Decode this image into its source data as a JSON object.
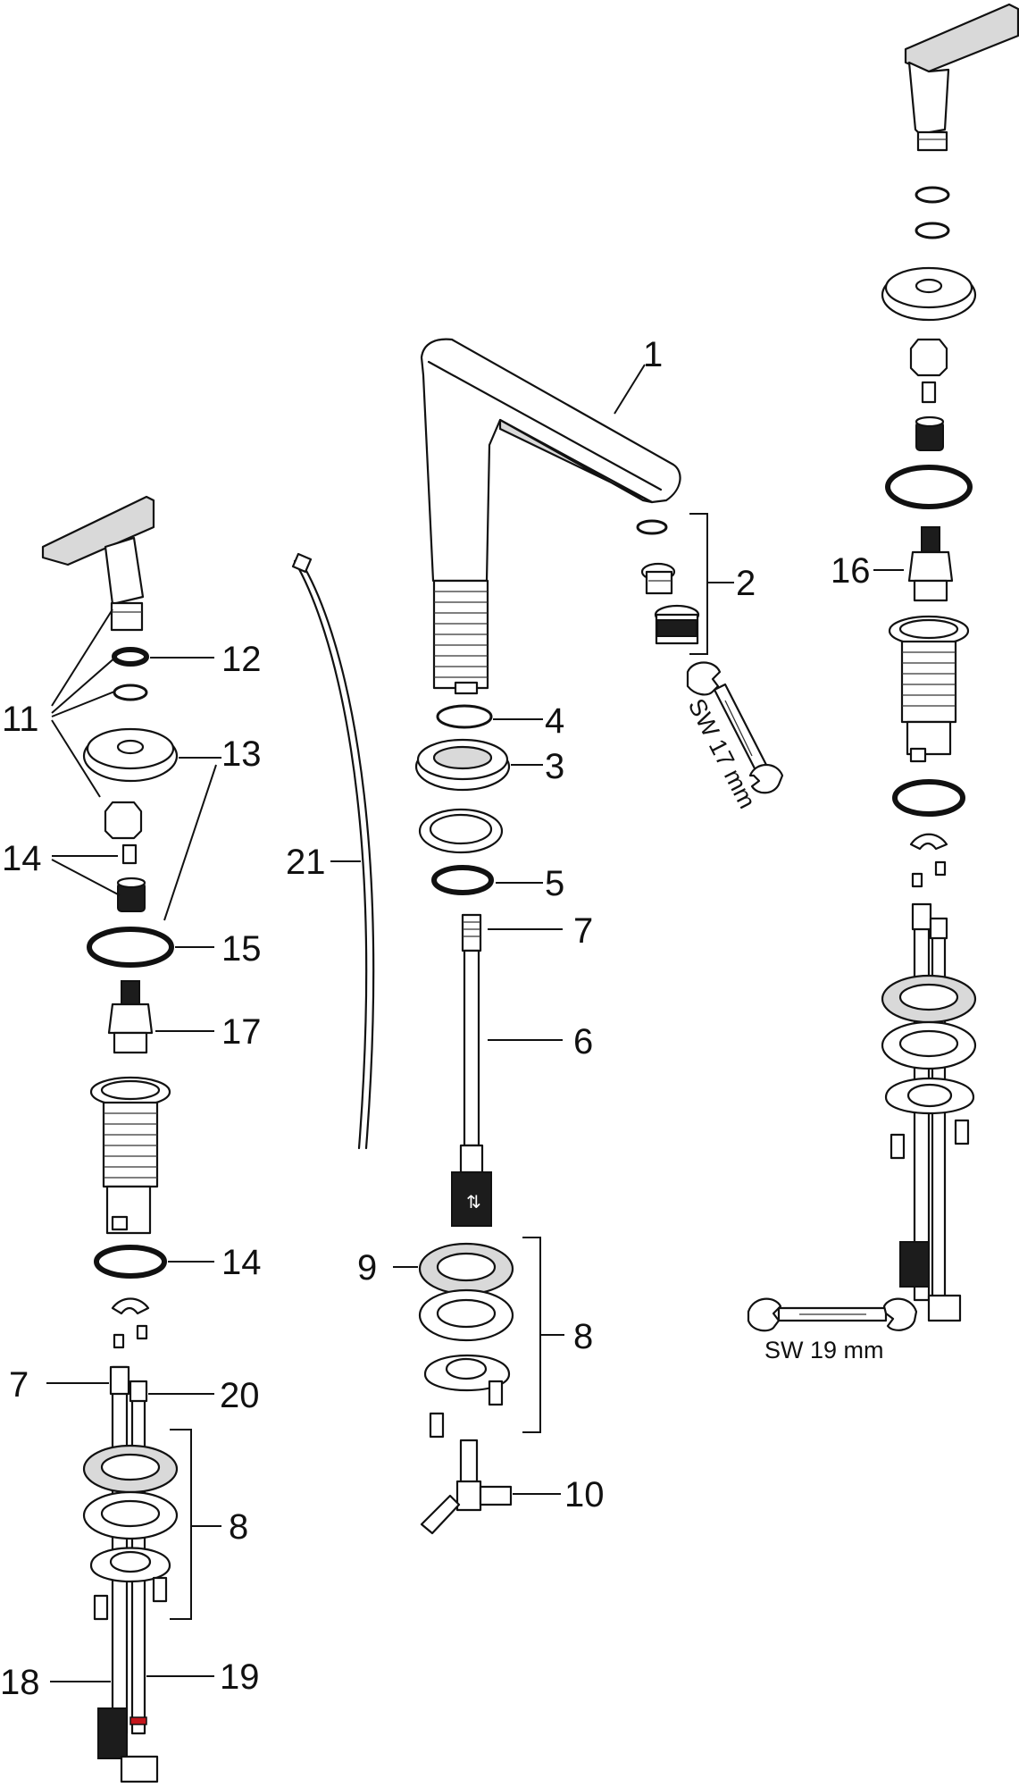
{
  "callouts": {
    "c1": "1",
    "c2": "2",
    "c3": "3",
    "c4": "4",
    "c5": "5",
    "c6": "6",
    "c7_center": "7",
    "c7_left": "7",
    "c8_center": "8",
    "c8_left": "8",
    "c9": "9",
    "c10": "10",
    "c11": "11",
    "c12": "12",
    "c13": "13",
    "c14_upper": "14",
    "c14_lower": "14",
    "c15": "15",
    "c16": "16",
    "c17": "17",
    "c18": "18",
    "c19": "19",
    "c20": "20",
    "c21": "21"
  },
  "tools": {
    "wrench_small_label": "SW 17 mm",
    "wrench_large_label": "SW 19 mm"
  },
  "colors": {
    "line": "#111111",
    "grey_fill": "#d9d9d9",
    "dark_fill": "#1c1c1c",
    "hot_marker": "#c4161c"
  }
}
